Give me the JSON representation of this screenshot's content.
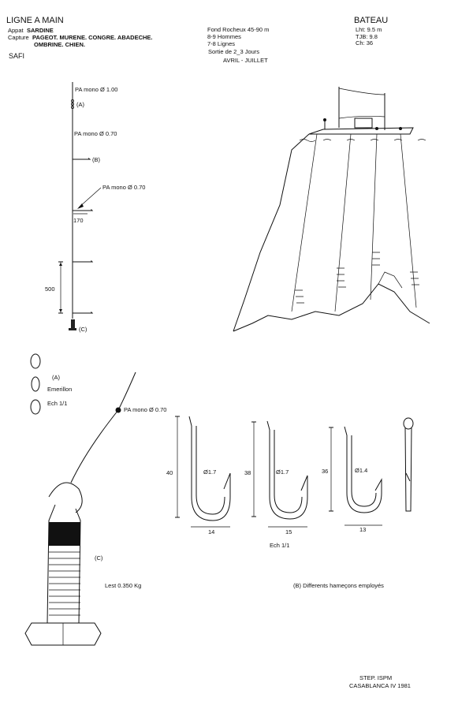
{
  "header": {
    "title": "LIGNE A MAIN",
    "appat_label": "Appat",
    "appat_value": "SARDINE",
    "capture_label": "Capture",
    "capture_value_1": "PAGEOT. MURENE. CONGRE. ABADECHE.",
    "capture_value_2": "OMBRINE. CHIEN.",
    "location": "SAFI"
  },
  "fishing_info": {
    "fond": "Fond Rocheux  45-90 m",
    "hommes": "8-9 Hommes",
    "lignes": "7-8 Lignes",
    "sortie": "Sortie de  2_3 Jours",
    "saison": "AVRIL - JUILLET"
  },
  "boat": {
    "title": "BATEAU",
    "lht": "Lht: 9.5 m",
    "tjb": "TJB: 9.8",
    "ch": "Ch: 36"
  },
  "line_diagram": {
    "main_line": "PA mono Ø 1.00",
    "swivel_ref": "(A)",
    "line_2": "PA mono Ø 0.70",
    "hook_ref": "(B)",
    "branch_line": "PA mono Ø 0.70",
    "branch_length": "170",
    "spacing": "500",
    "sinker_ref": "(C)"
  },
  "swivel": {
    "ref": "(A)",
    "name": "Emerillon",
    "scale": "Ech 1/1"
  },
  "sinker": {
    "line": "PA mono Ø  0.70",
    "ref": "(C)",
    "weight": "Lest  0.350 Kg"
  },
  "hooks": {
    "items": [
      {
        "height": "40",
        "diameter": "Ø1.7",
        "width": "14"
      },
      {
        "height": "38",
        "diameter": "Ø1.7",
        "width": "15"
      },
      {
        "height": "36",
        "diameter": "Ø1.4",
        "width": "13"
      }
    ],
    "scale": "Ech 1/1",
    "caption": "(B)  Differents hameçons employés"
  },
  "footer": {
    "line1": "STEP. ISPM",
    "line2": "CASABLANCA IV 1981"
  }
}
